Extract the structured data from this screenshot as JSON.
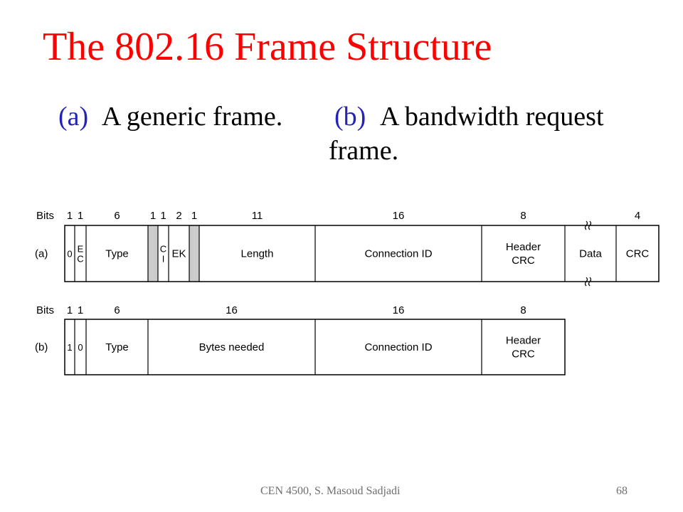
{
  "title": "The 802.16 Frame Structure",
  "subtitle": {
    "a_tag": "(a)",
    "a_text": "A generic frame.",
    "b_tag": "(b)",
    "b_text_line1": "A bandwidth request",
    "b_text_line2": "frame."
  },
  "frame_a": {
    "row_label": "(a)",
    "bits_label": "Bits",
    "fields": [
      {
        "bits": "1",
        "label": "0"
      },
      {
        "bits": "1",
        "label": "E\nC"
      },
      {
        "bits": "6",
        "label": "Type"
      },
      {
        "bits": "1",
        "label": "",
        "shaded": true
      },
      {
        "bits": "1",
        "label": "C\nI"
      },
      {
        "bits": "2",
        "label": "EK"
      },
      {
        "bits": "1",
        "label": "",
        "shaded": true
      },
      {
        "bits": "11",
        "label": "Length"
      },
      {
        "bits": "16",
        "label": "Connection ID"
      },
      {
        "bits": "8",
        "label": "Header\nCRC"
      },
      {
        "bits": "",
        "label": "Data",
        "break": true
      },
      {
        "bits": "4",
        "label": "CRC"
      }
    ]
  },
  "frame_b": {
    "row_label": "(b)",
    "bits_label": "Bits",
    "fields": [
      {
        "bits": "1",
        "label": "1"
      },
      {
        "bits": "1",
        "label": "0"
      },
      {
        "bits": "6",
        "label": "Type"
      },
      {
        "bits": "16",
        "label": "Bytes needed"
      },
      {
        "bits": "16",
        "label": "Connection ID"
      },
      {
        "bits": "8",
        "label": "Header\nCRC"
      }
    ]
  },
  "colors": {
    "title": "#ff0000",
    "tag": "#2323b8",
    "shade": "#cccccc",
    "footer": "#6e6e6e"
  },
  "footer": {
    "author": "CEN 4500, S. Masoud Sadjadi",
    "page": "68"
  }
}
